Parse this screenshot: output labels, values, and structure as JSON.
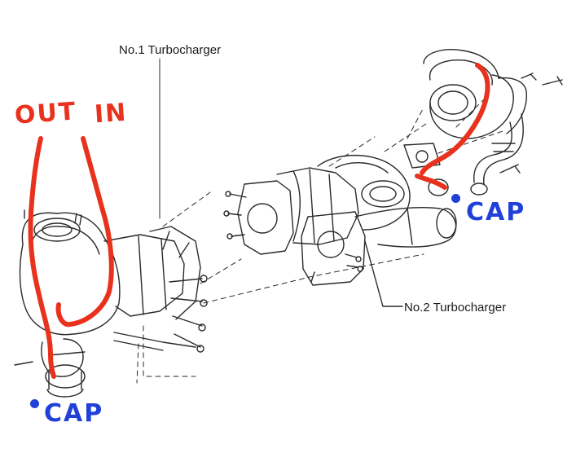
{
  "labels": {
    "turbo1": "No.1 Turbocharger",
    "turbo2": "No.2 Turbocharger"
  },
  "annotations": {
    "out": "OUT",
    "in": "IN",
    "cap_left": "CAP",
    "cap_right": "CAP"
  },
  "colors": {
    "line_art": "#2a2a2a",
    "hose_mark": "#e8321e",
    "cap_mark": "#2040d8"
  }
}
